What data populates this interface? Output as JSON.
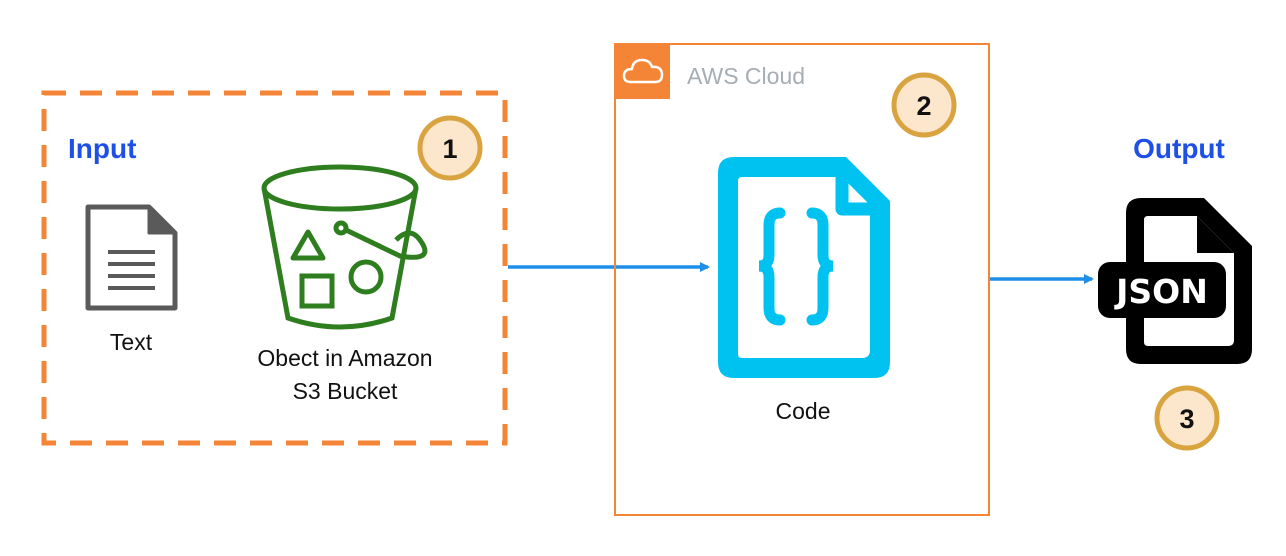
{
  "input": {
    "title": "Input",
    "text_label": "Text",
    "bucket_label_line1": "Obect in Amazon",
    "bucket_label_line2": "S3 Bucket"
  },
  "cloud": {
    "title": "AWS Cloud",
    "code_label": "Code"
  },
  "output": {
    "title": "Output",
    "file_text": "JSON"
  },
  "badges": [
    "1",
    "2",
    "3"
  ],
  "colors": {
    "orange": "#F58536",
    "heading_blue": "#1E4FE6",
    "arrow_blue": "#1E8FE8",
    "code_cyan": "#00C2F0",
    "s3_green": "#2E7D1F",
    "badge_fill": "#FCE6CC",
    "badge_ring": "#D9A440",
    "cloud_text": "#A5ADB5",
    "doc_gray": "#5A5A5A"
  },
  "icons": {
    "text": "text-document-icon",
    "bucket": "s3-bucket-icon",
    "cloud": "cloud-icon",
    "code": "code-file-icon",
    "json": "json-file-icon"
  }
}
